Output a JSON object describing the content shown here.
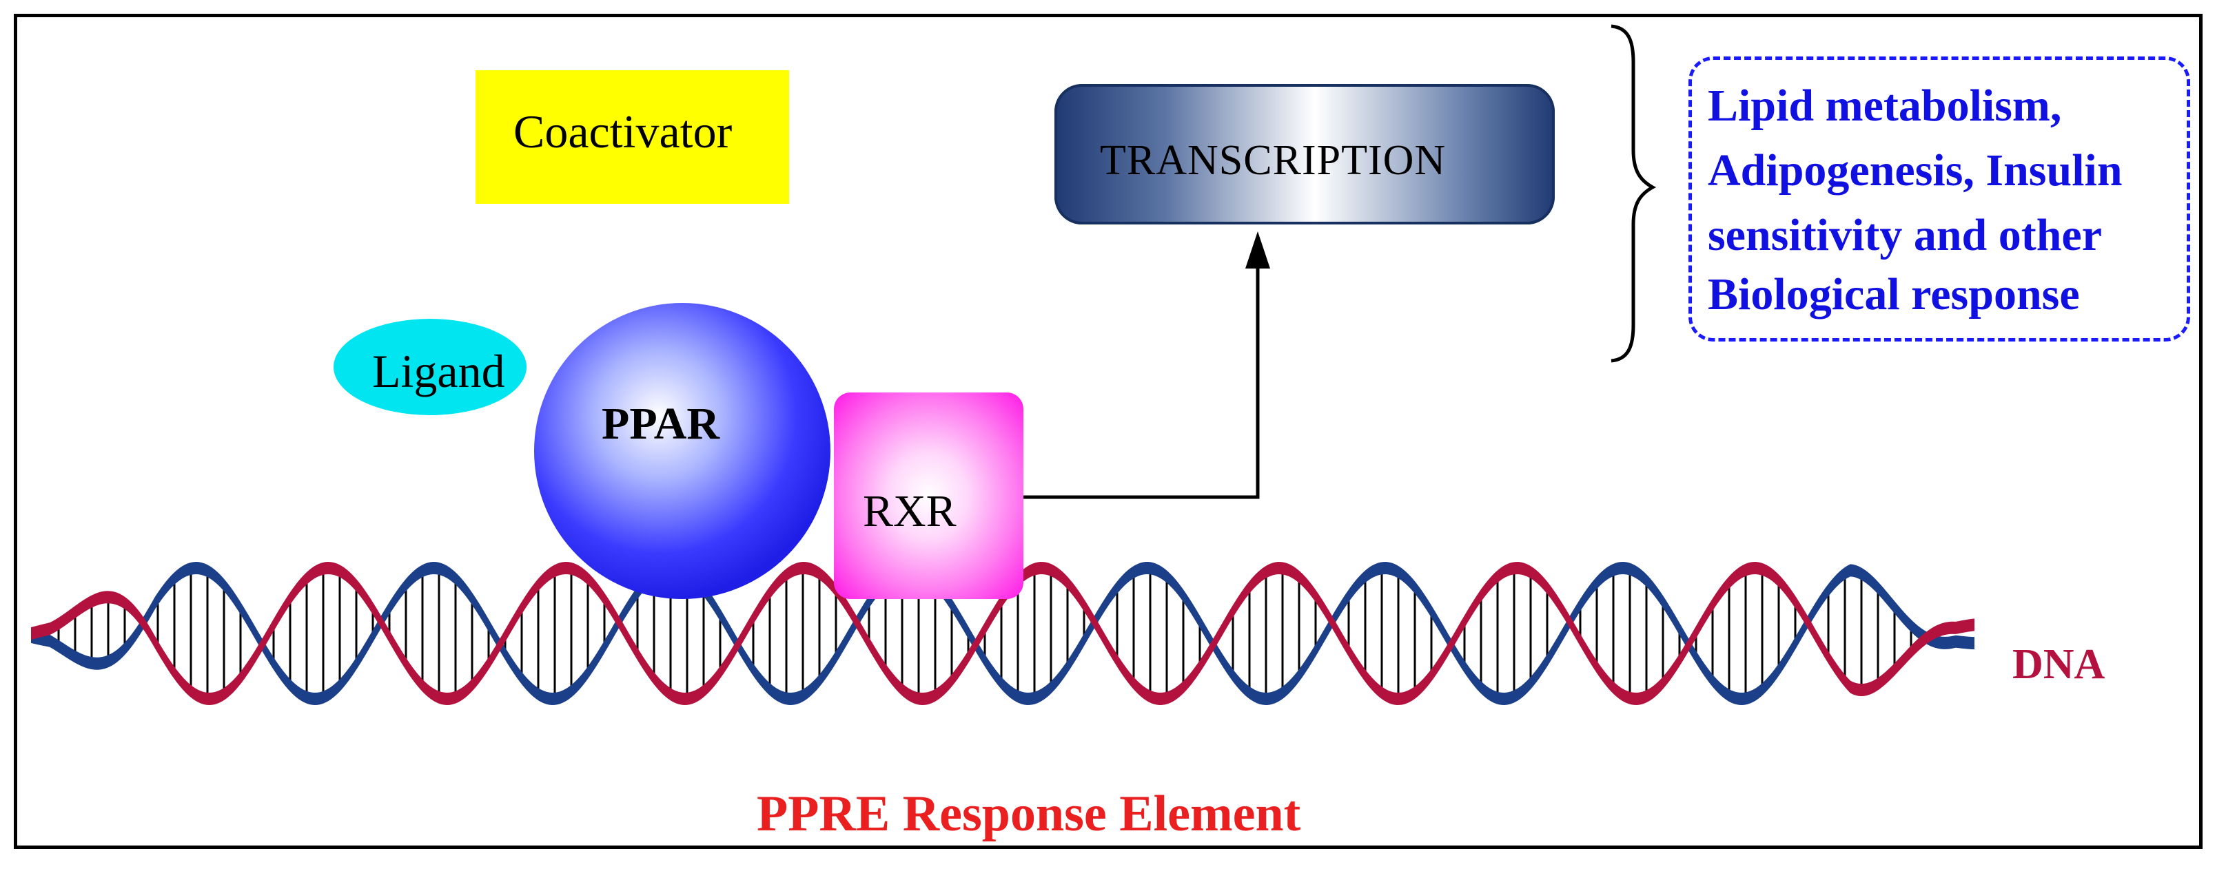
{
  "diagram": {
    "coactivator": "Coactivator",
    "transcription": "TRANSCRIPTION",
    "outcome_lines": [
      "Lipid metabolism,",
      "Adipogenesis, Insulin",
      "sensitivity and other",
      "Biological response"
    ],
    "ligand": "Ligand",
    "ppar": "PPAR",
    "rxr": "RXR",
    "dna": "DNA",
    "ppre": "PPRE Response Element"
  },
  "colors": {
    "coactivator_fill": "#ffff00",
    "ligand_fill": "#00e5f0",
    "ppar_fill": "#2a2aff",
    "rxr_fill": "#ff19e6",
    "transcription_fill": "#1f3a73",
    "outcome_text": "#1010e0",
    "dna_strand_red": "#b3123f",
    "dna_strand_blue": "#1c3f8a",
    "ppre_text": "#ea1f1f"
  }
}
